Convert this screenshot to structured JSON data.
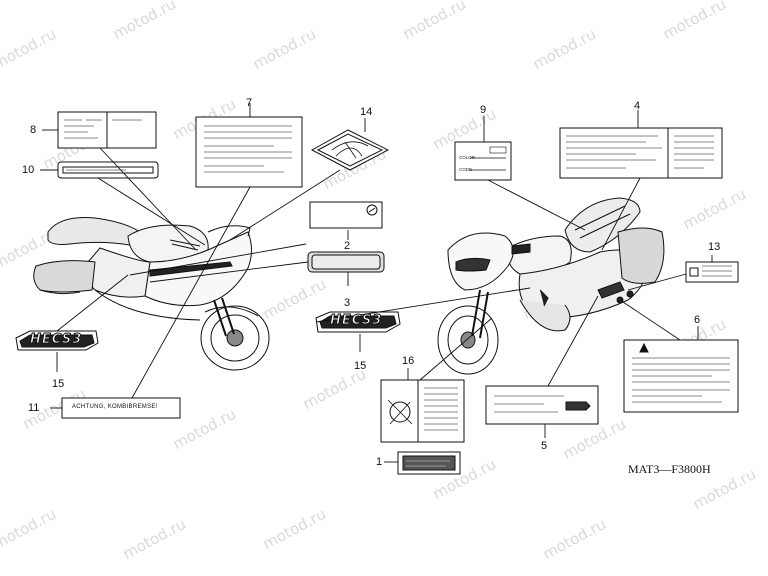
{
  "watermark": {
    "text": "motod.ru"
  },
  "diagram_code": "MAT3—F3800H",
  "callouts": [
    "1",
    "2",
    "3",
    "4",
    "5",
    "6",
    "7",
    "8",
    "9",
    "10",
    "11",
    "13",
    "14",
    "15",
    "15",
    "16"
  ],
  "label9": {
    "line1": "COLOR",
    "line2": "CODE"
  },
  "label11": {
    "text": "ACHTUNG,  KOMBIBREMSE!"
  },
  "emblem": {
    "text": "HECS3"
  }
}
